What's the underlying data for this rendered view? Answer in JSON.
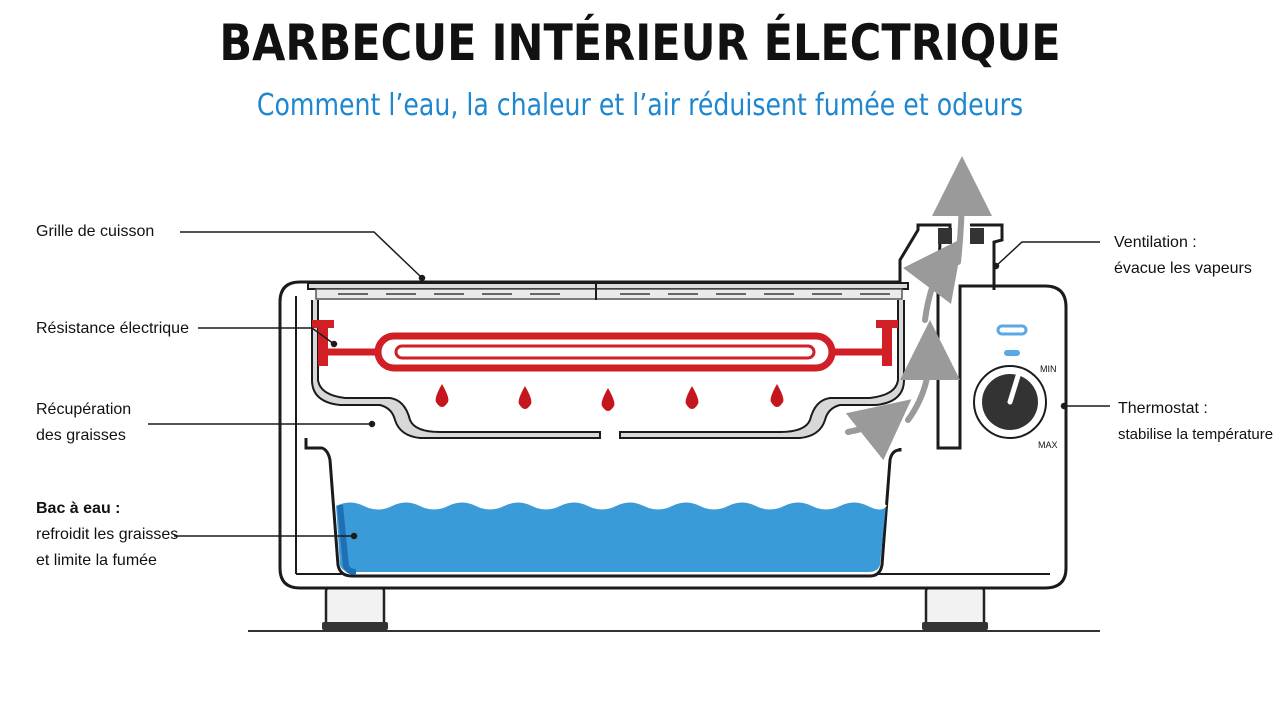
{
  "title": "BARBECUE INTÉRIEUR ÉLECTRIQUE",
  "subtitle": "Comment l’eau, la chaleur et l’air réduisent fumée et odeurs",
  "labels": {
    "grille": "Grille de cuisson",
    "resistance": "Résistance électrique",
    "recuperation_line1": "Récupération",
    "recuperation_line2": "des graisses",
    "bac_title": "Bac à eau :",
    "bac_line1": "refroidit les graisses",
    "bac_line2": "et limite la fumée",
    "ventilation_title": "Ventilation :",
    "ventilation_line1": "évacue les vapeurs",
    "thermostat_title": "Thermostat :",
    "thermostat_line1": "stabilise la température"
  },
  "knob": {
    "min_label": "MIN",
    "max_label": "MAX"
  },
  "colors": {
    "heating_element": "#d11f26",
    "water": "#3a9bd8",
    "water_dark": "#1f6fb5",
    "grease_drop": "#c4161c",
    "airflow_arrow": "#9a9a9a",
    "indicator": "#5aa9e6",
    "subtitle": "#1e87cf"
  },
  "icons": {
    "knob": "thermostat-knob-icon",
    "airflow": "airflow-arrow-icon",
    "drop": "grease-drop-icon"
  }
}
